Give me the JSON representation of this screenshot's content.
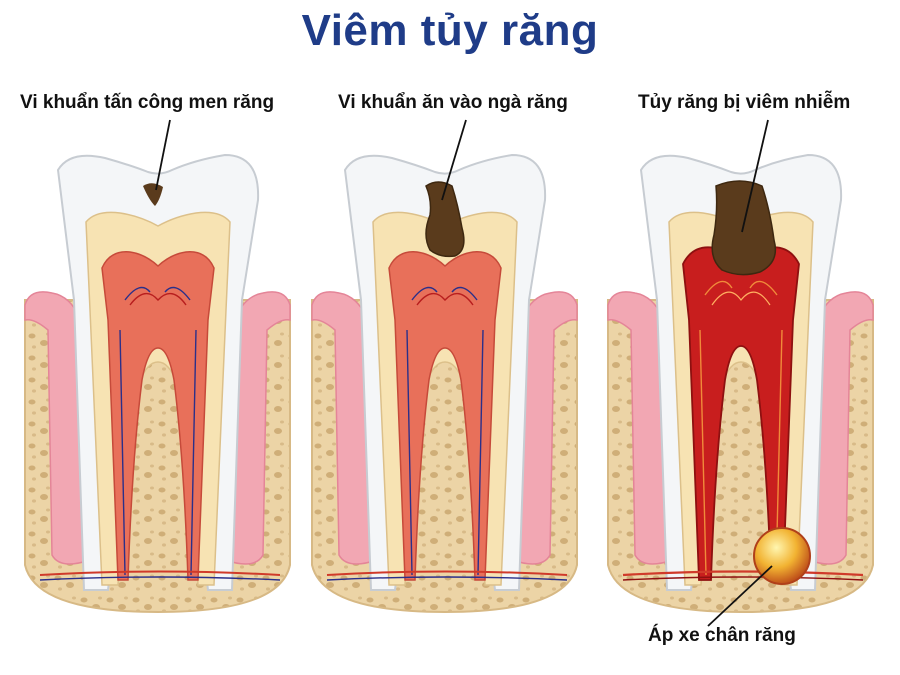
{
  "diagram": {
    "title": "Viêm tủy răng",
    "stages": [
      {
        "label": "Vi khuẩn tấn công men răng"
      },
      {
        "label": "Vi khuẩn ăn vào ngà răng"
      },
      {
        "label": "Tủy răng bị viêm nhiễm"
      }
    ],
    "abscess_label": "Áp xe chân răng"
  },
  "colors": {
    "title": "#1f3c88",
    "enamel": "#f4f6f8",
    "dentin": "#f7e3b3",
    "pulp": "#e8705a",
    "pulp_inflamed": "#c81e1e",
    "gum": "#f2a7b3",
    "bone": "#ecd4a6",
    "decay": "#5a3b1c"
  }
}
